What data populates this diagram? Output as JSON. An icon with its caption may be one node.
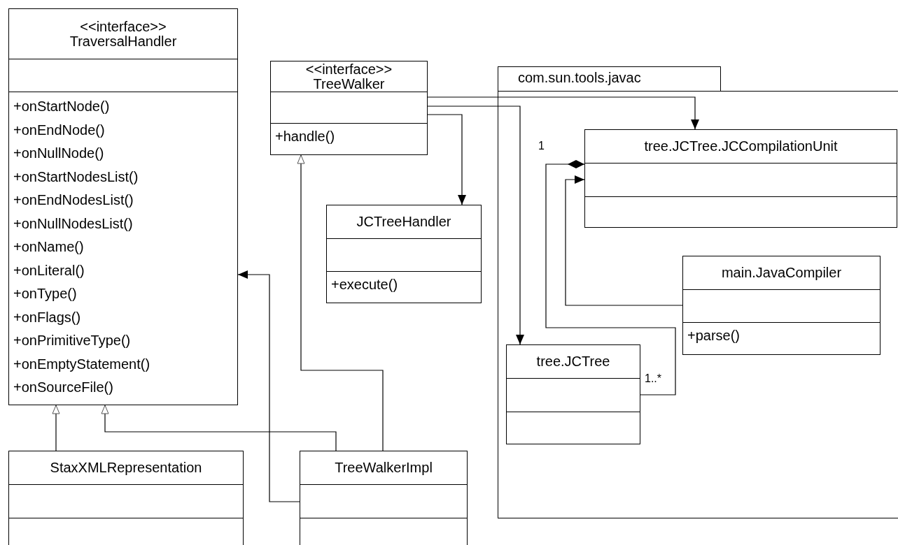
{
  "diagram": {
    "nodes": [
      {
        "text": [
          "<<interface>>",
          "TraversalHandler",
          "+onStartNode()",
          "+onEndNode()",
          "+onNullNode()",
          "+onStartNodesList()",
          "+onEndNodesList()",
          "+onNullNodesList()",
          "+onName()",
          "+onLiteral()",
          "+onType()",
          "+onFlags()",
          "+onPrimitiveType()",
          "+onEmptyStatement()",
          "+onSourceFile()"
        ]
      },
      {
        "text": [
          "<<interface>>",
          "TreeWalker",
          "+handle()"
        ]
      },
      {
        "text": [
          "com.sun.tools.javac"
        ]
      },
      {
        "text": [
          "JCTreeHandler",
          "+execute()"
        ]
      },
      {
        "text": [
          "tree.JCTree.JCCompilationUnit"
        ],
        "in": 2
      },
      {
        "text": [
          "main.JavaCompiler",
          "+parse()"
        ],
        "in": 2
      },
      {
        "text": [
          "tree.JCTree"
        ],
        "in": 2
      },
      {
        "text": [
          "StaxXMLRepresentation"
        ]
      },
      {
        "text": [
          "TreeWalkerImpl"
        ]
      }
    ],
    "edges": [
      {
        "from": 7,
        "to": 0,
        "arrow": "to"
      },
      {
        "from": 8,
        "to": 0,
        "arrow": "to"
      },
      {
        "from": 8,
        "to": 1,
        "arrow": "to"
      },
      {
        "from": 8,
        "to": 0,
        "arrow": "to"
      },
      {
        "from": 1,
        "to": 3,
        "arrow": "to"
      },
      {
        "from": 1,
        "to": 6,
        "arrow": "to"
      },
      {
        "from": 1,
        "to": 4,
        "arrow": "to"
      },
      {
        "from": 6,
        "to": 4,
        "arrow": "other"
      },
      {
        "from": 5,
        "to": 4,
        "arrow": "to"
      }
    ],
    "labels": [
      "1",
      "1..*"
    ]
  }
}
